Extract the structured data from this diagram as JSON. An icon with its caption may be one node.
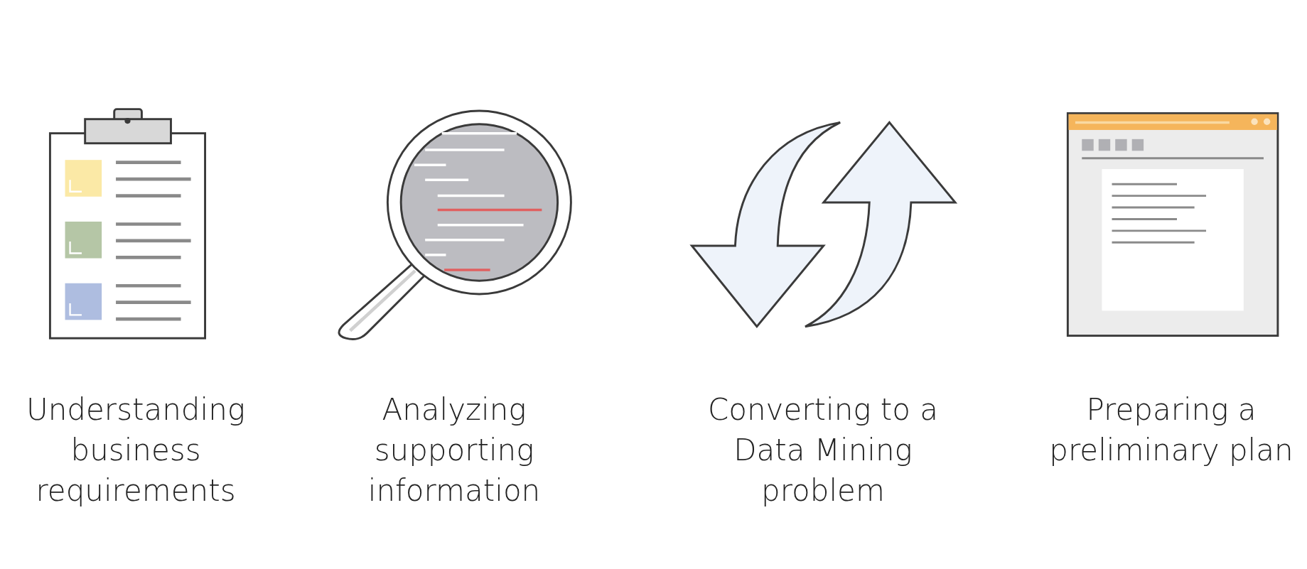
{
  "diagram": {
    "labels": [
      "Understanding business requirements",
      "Analyzing supporting information",
      "Converting to a Data Mining problem",
      "Preparing a preliminary plan"
    ]
  }
}
